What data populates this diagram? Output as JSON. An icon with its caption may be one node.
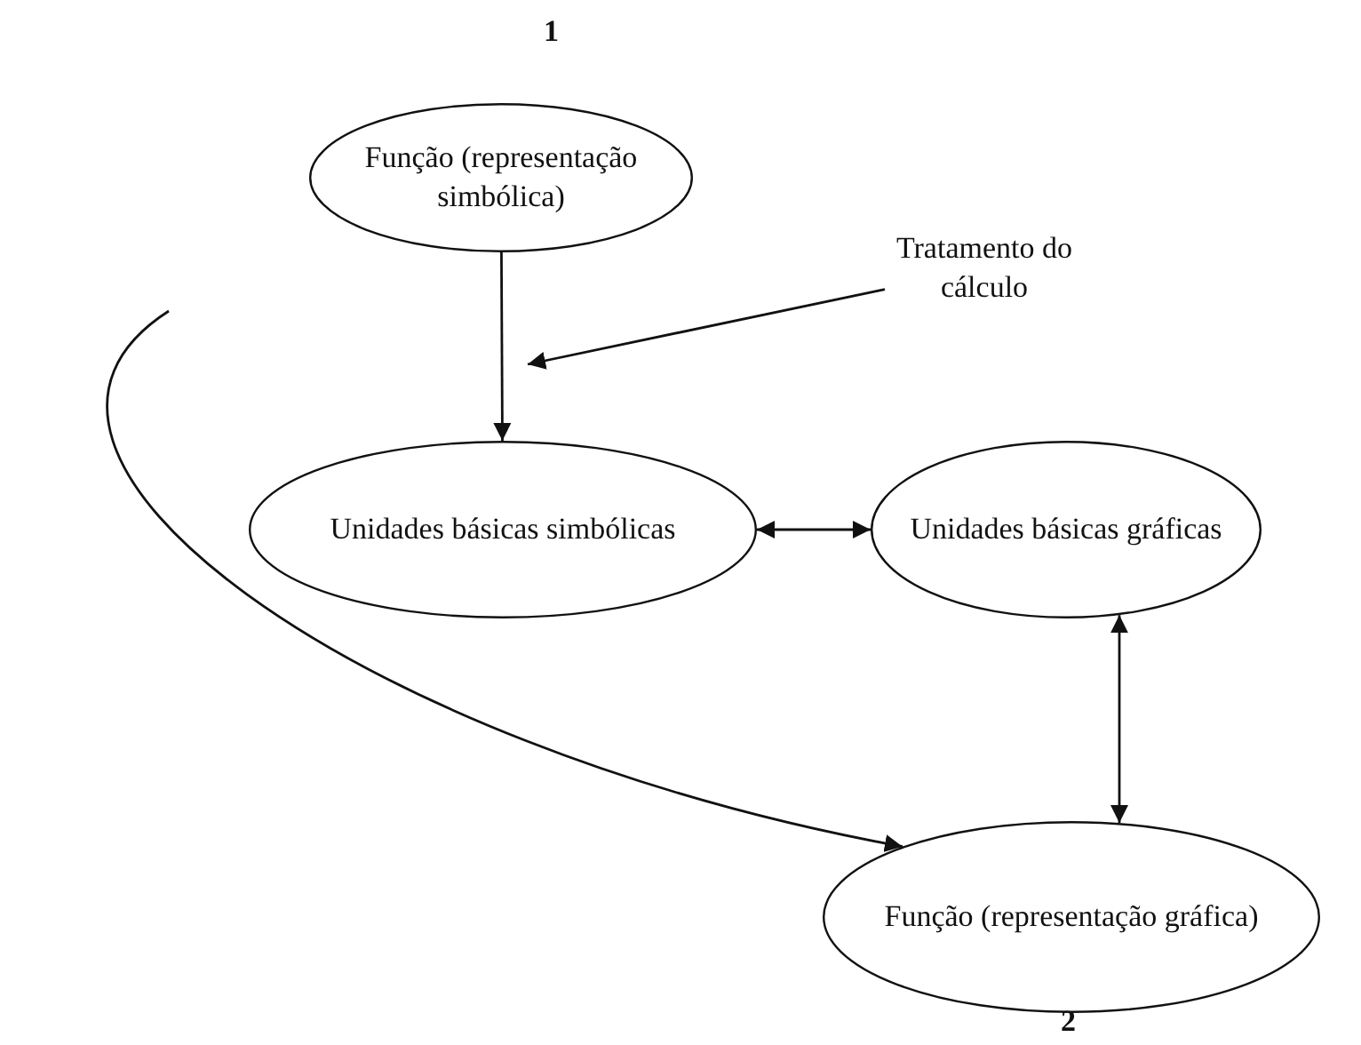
{
  "diagram": {
    "nodes": [
      {
        "text": [
          "Função (representação simbólica)"
        ],
        "beside": [
          "1"
        ]
      },
      {
        "text": [
          "Tratamento do cálculo"
        ]
      },
      {
        "text": [
          "Unidades básicas simbólicas"
        ]
      },
      {
        "text": [
          "Unidades básicas gráficas"
        ]
      },
      {
        "text": [
          "Função (representação gráfica)"
        ],
        "beside": [
          "2"
        ]
      }
    ],
    "edges": [
      {
        "from": 0,
        "to": 2,
        "arrow": "to"
      },
      {
        "from": 2,
        "to": 3,
        "arrow": "both"
      },
      {
        "from": 3,
        "to": 4,
        "arrow": "both"
      },
      {
        "from": null,
        "to": 4,
        "arrow": "to"
      },
      {
        "from": 1,
        "to": null,
        "arrow": "to"
      }
    ]
  }
}
